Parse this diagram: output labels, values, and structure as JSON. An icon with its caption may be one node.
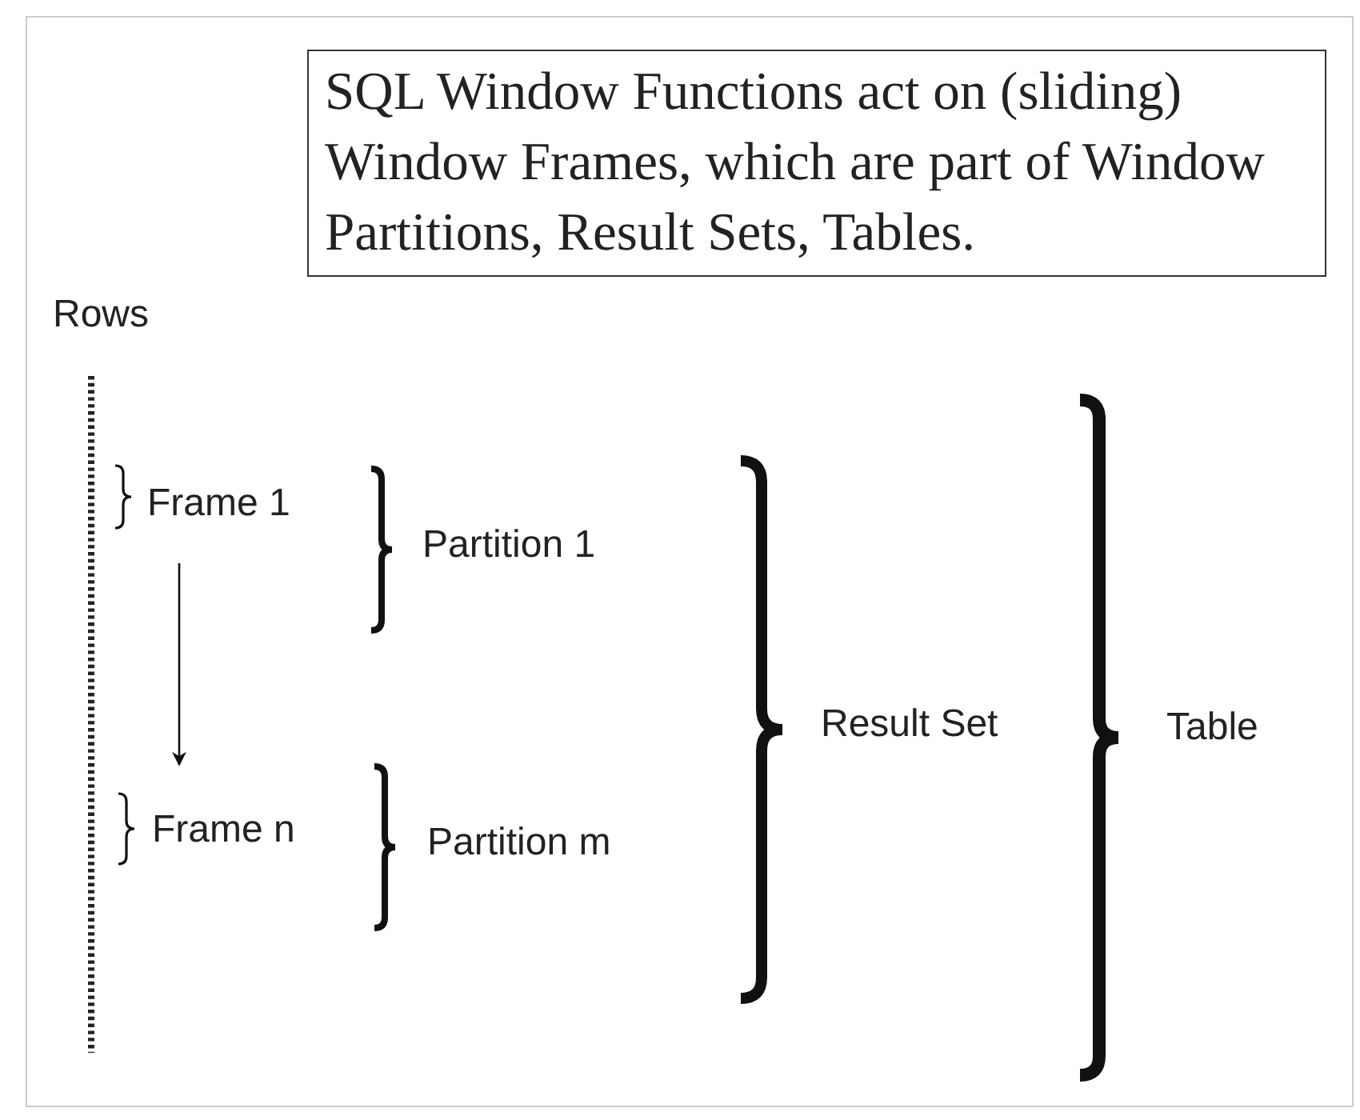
{
  "diagram": {
    "nodes": [
      {
        "text": [
          "SQL Window Functions act on (sliding) Window Frames, which are part of Window Partitions, Result Sets, Tables."
        ]
      },
      {
        "text": [
          "Frame 1"
        ]
      },
      {
        "text": [
          "Frame n"
        ]
      }
    ],
    "edges": [
      {
        "from": 1,
        "to": 2,
        "arrow": "to"
      }
    ],
    "labels": [
      "Rows",
      "Partition 1",
      "Result Set",
      "Table",
      "Partition m"
    ]
  }
}
